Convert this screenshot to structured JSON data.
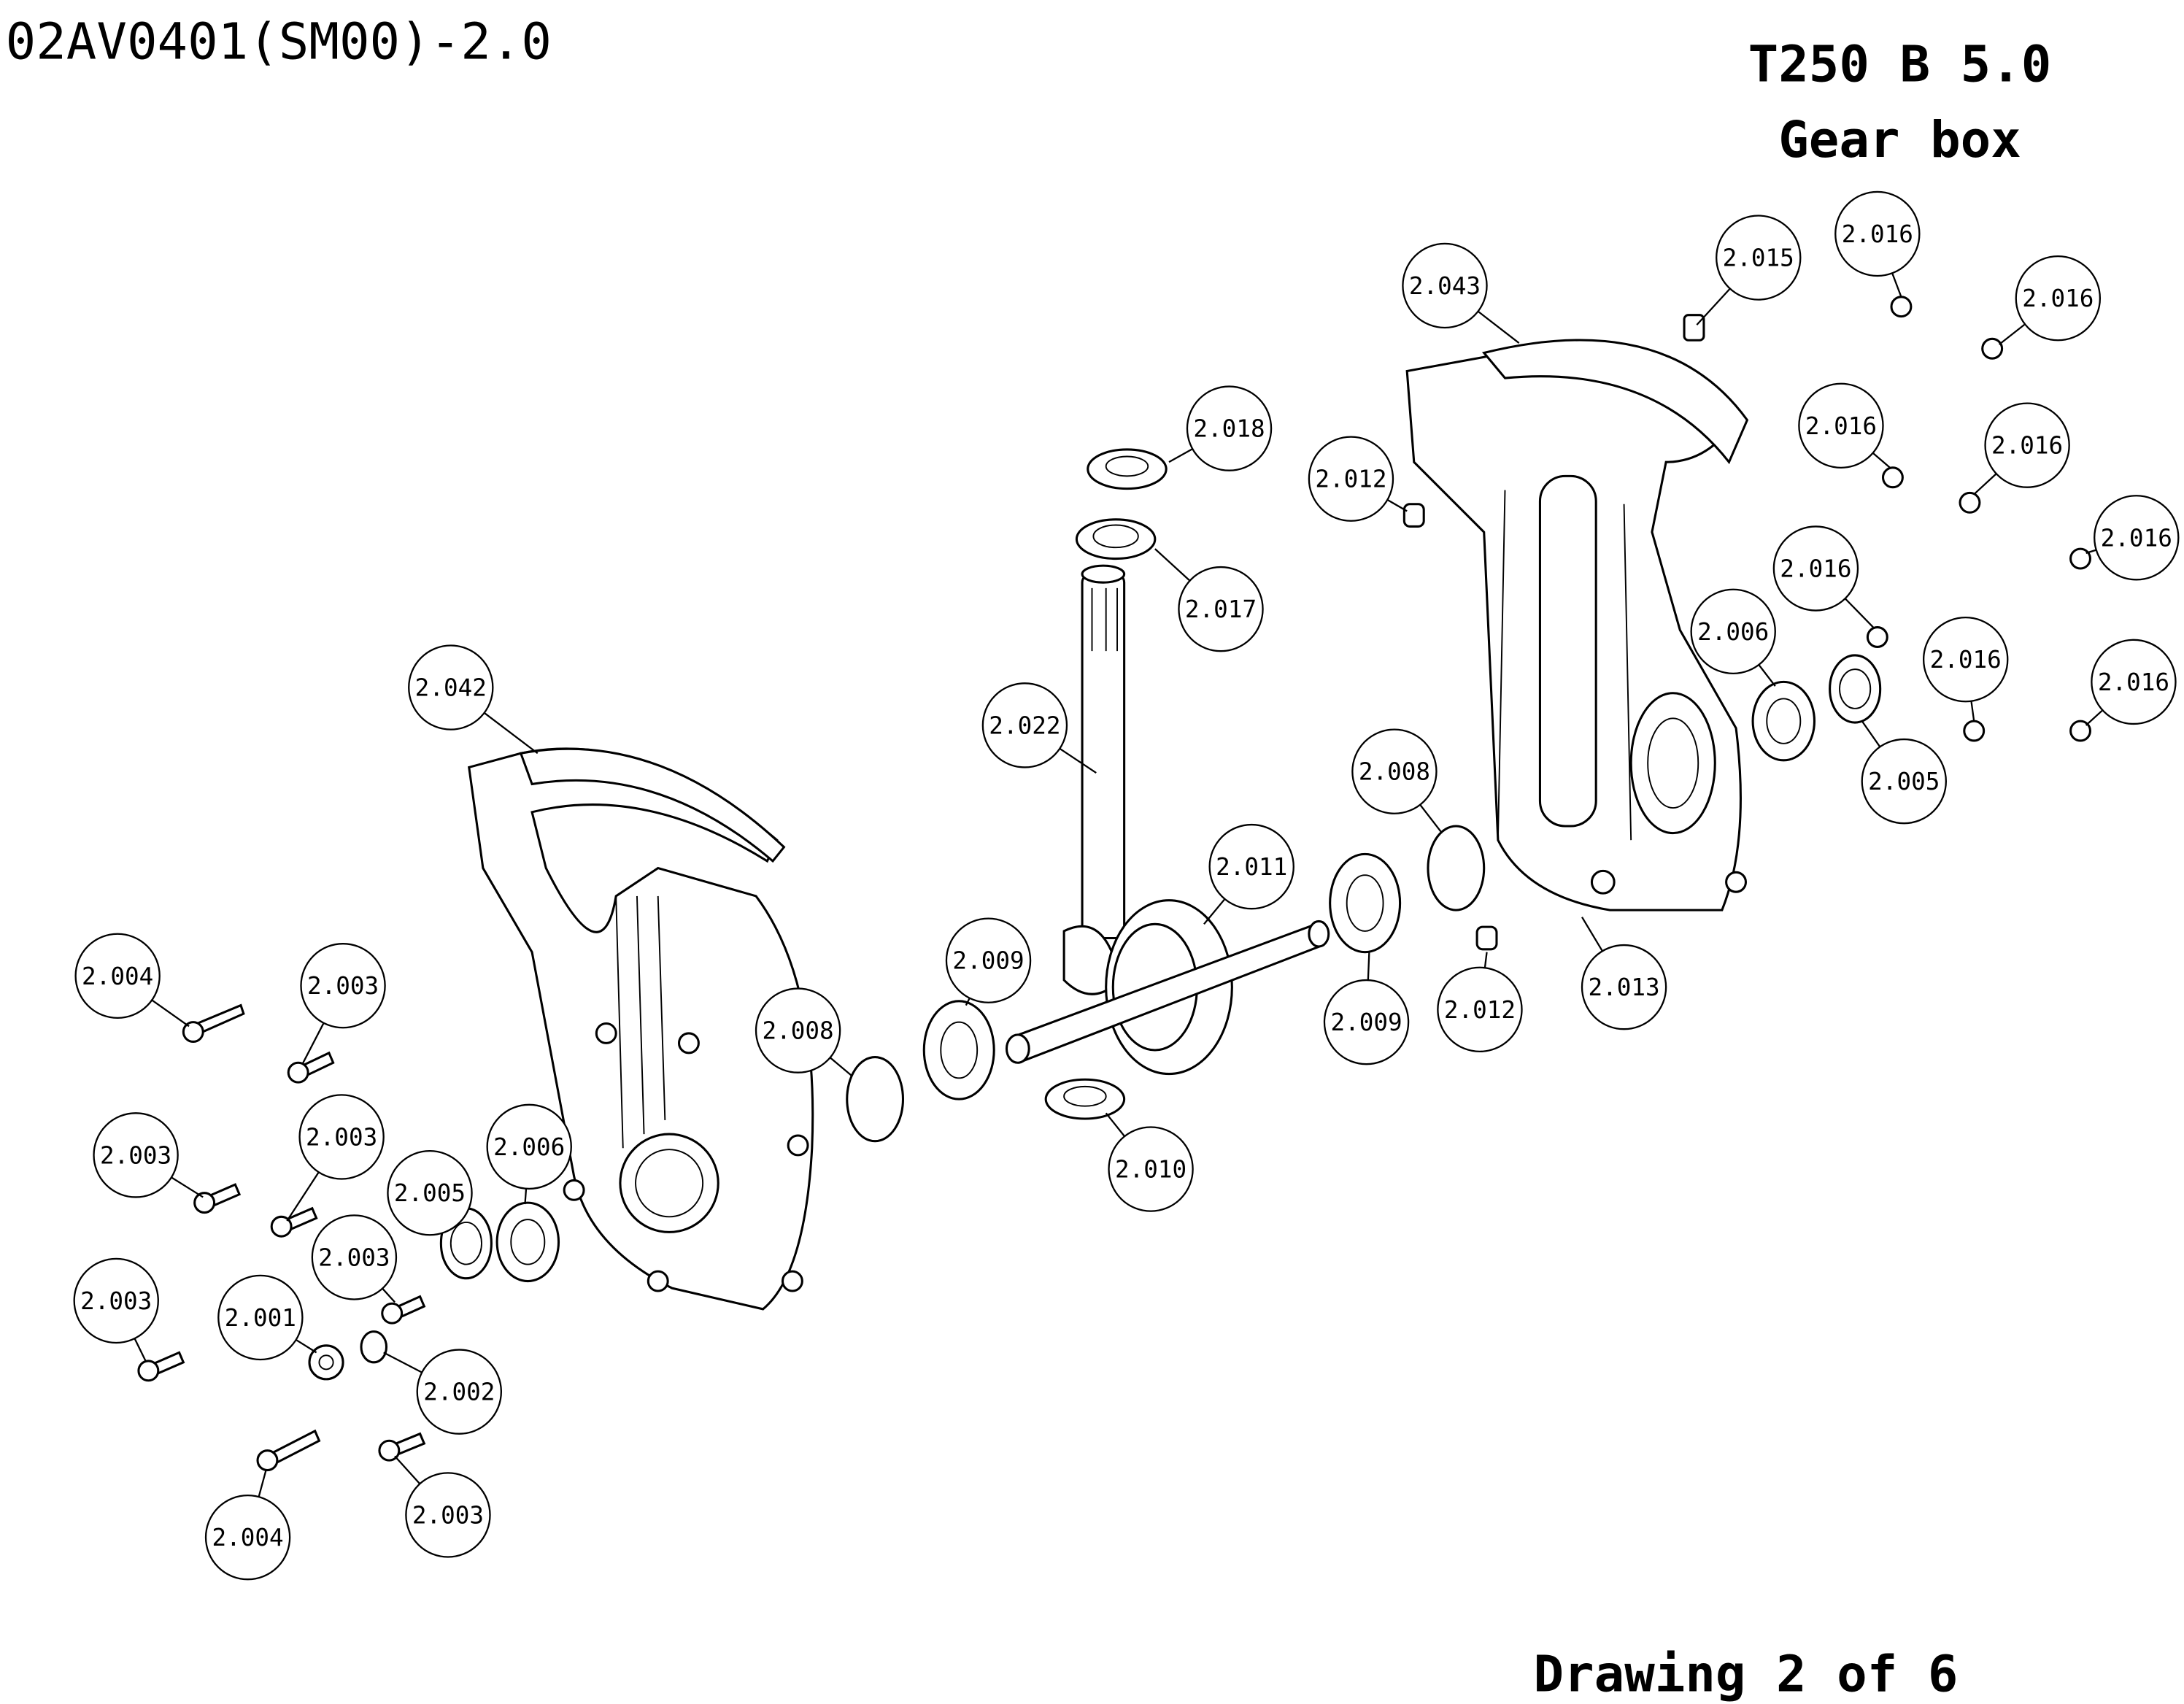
{
  "header": {
    "document_code": "02AV0401(SM00)-2.0",
    "model": "T250 B 5.0",
    "assembly_name": "Gear box"
  },
  "footer": {
    "drawing_label": "Drawing 2 of 6"
  },
  "callouts": [
    "2.015",
    "2.016",
    "2.016",
    "2.043",
    "2.018",
    "2.012",
    "2.016",
    "2.016",
    "2.016",
    "2.017",
    "2.016",
    "2.006",
    "2.016",
    "2.016",
    "2.005",
    "2.042",
    "2.022",
    "2.008",
    "2.011",
    "2.009",
    "2.009",
    "2.012",
    "2.013",
    "2.004",
    "2.003",
    "2.008",
    "2.010",
    "2.003",
    "2.003",
    "2.006",
    "2.005",
    "2.003",
    "2.003",
    "2.001",
    "2.002",
    "2.004",
    "2.003"
  ]
}
